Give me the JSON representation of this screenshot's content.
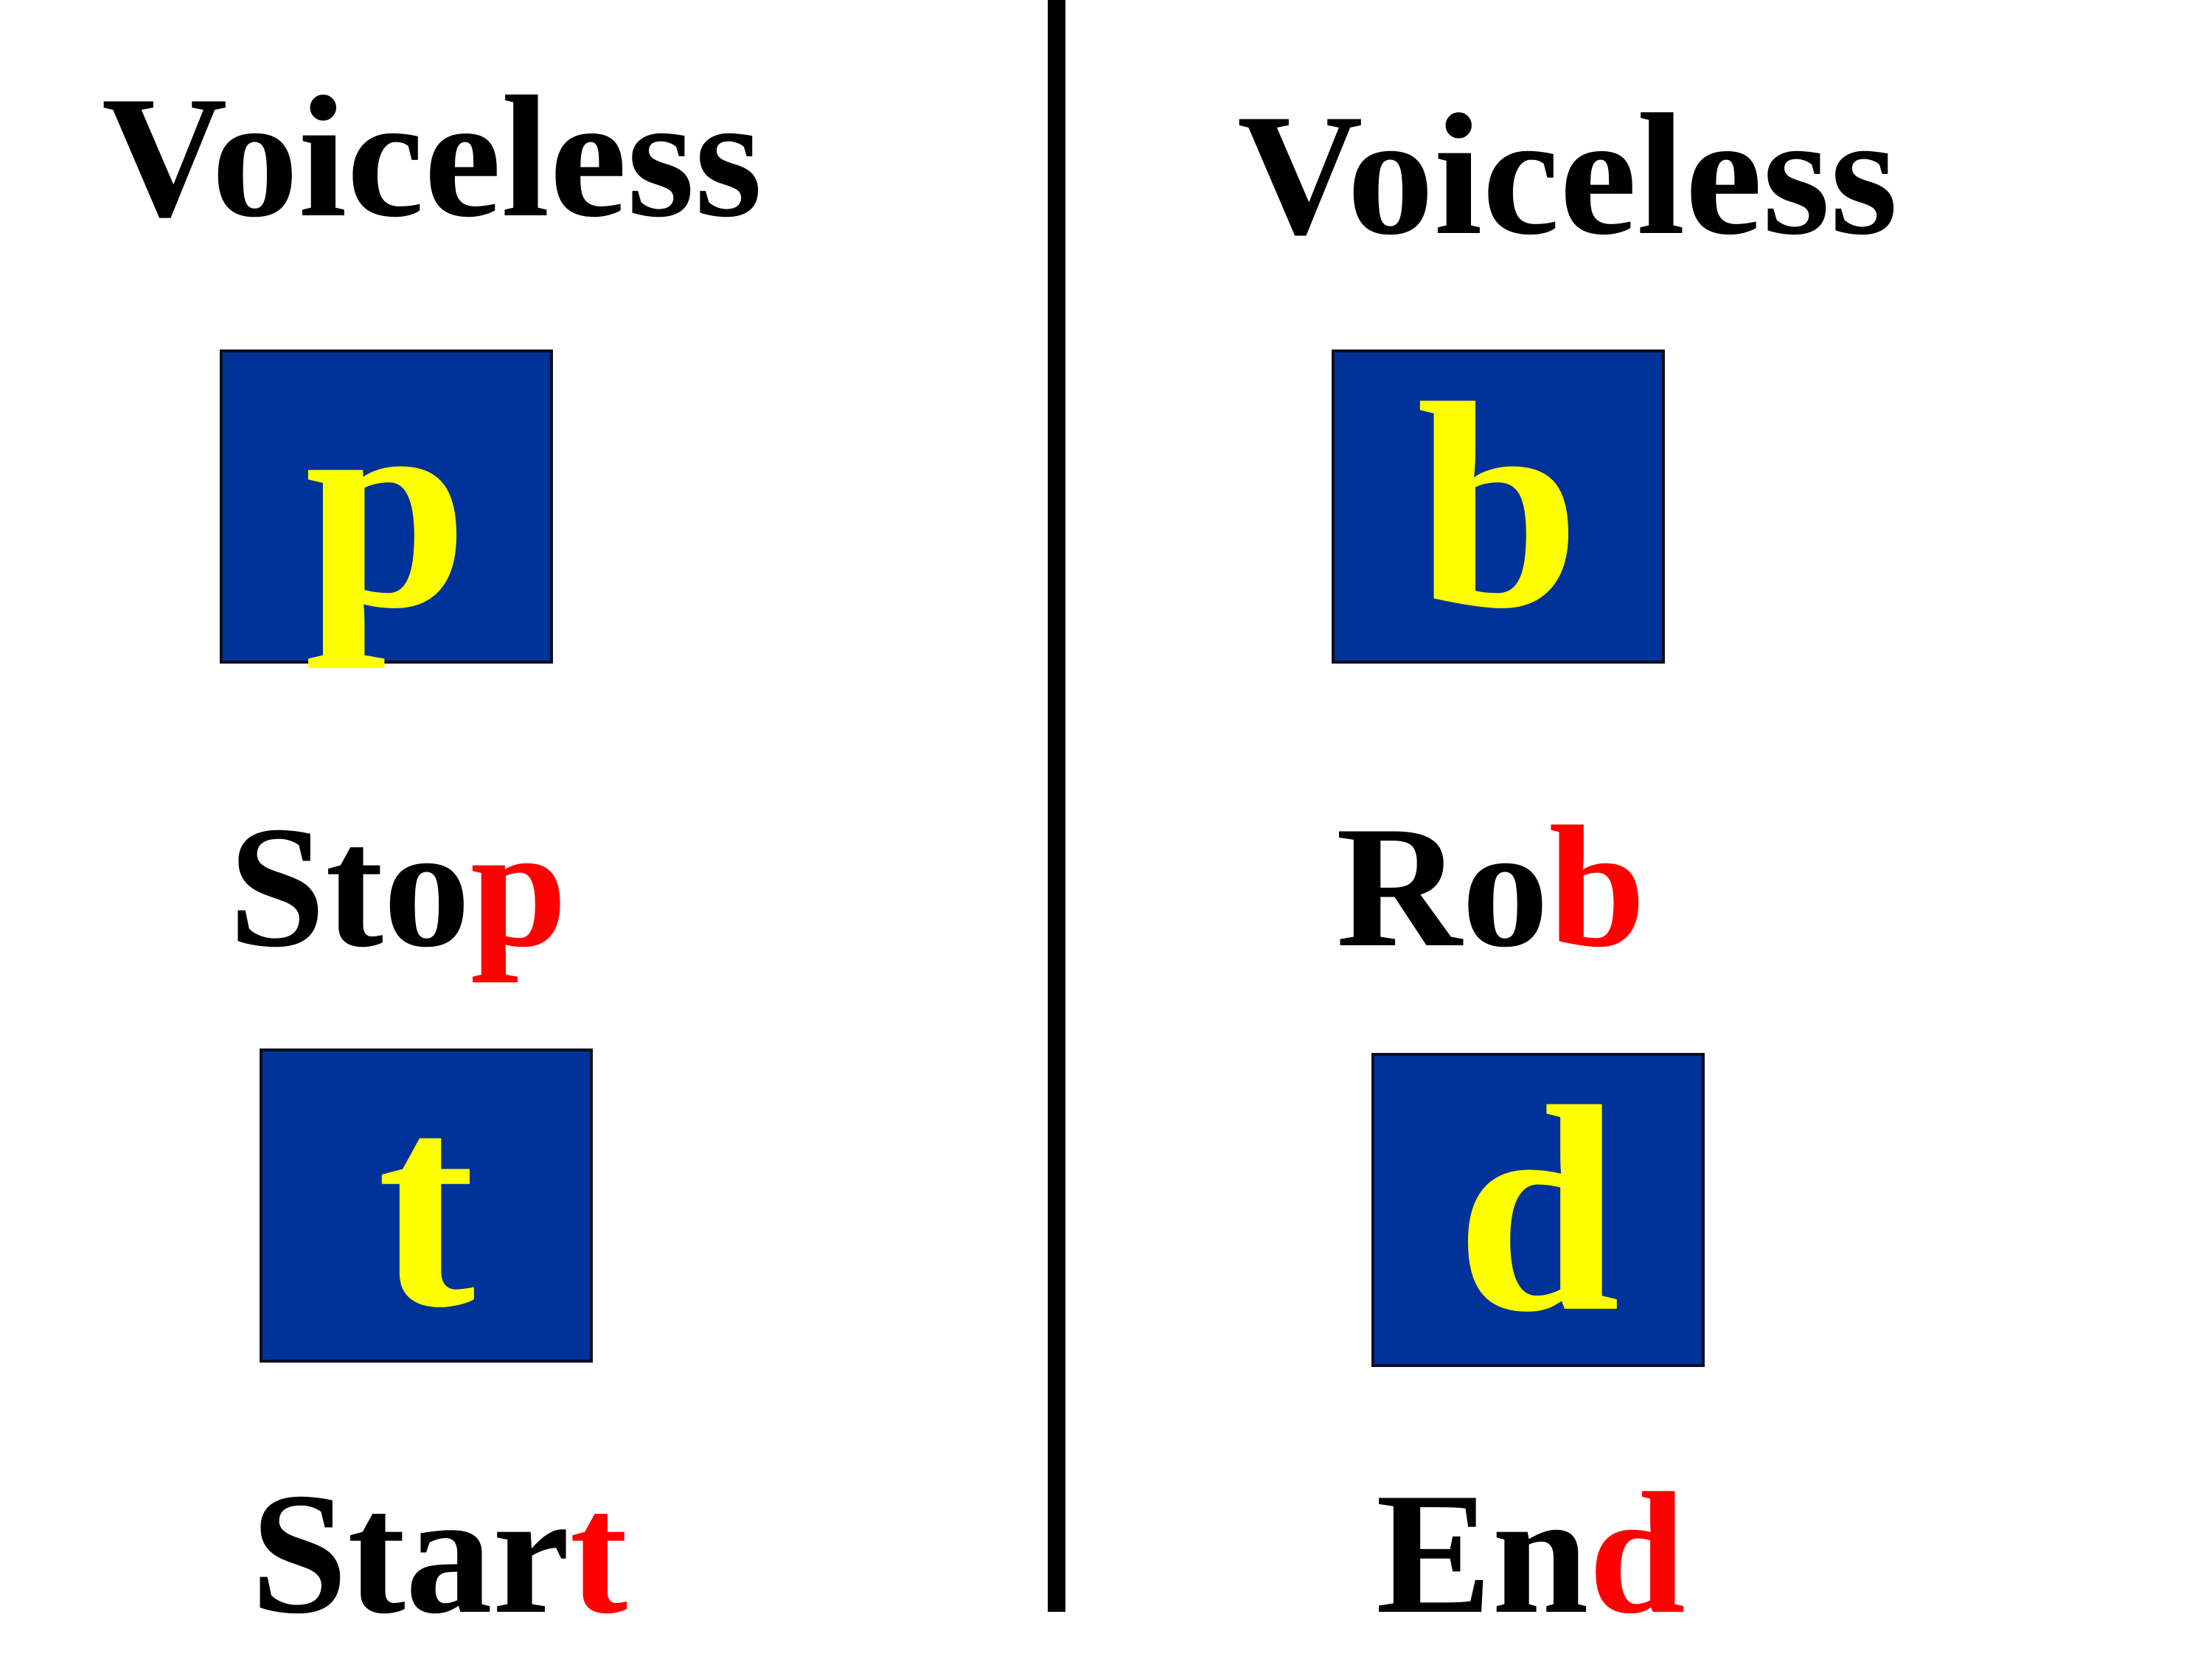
{
  "colors": {
    "tile_background": "#003399",
    "tile_letter": "#ffff00",
    "word_text": "#000000",
    "highlight": "#ff0000",
    "divider": "#000000"
  },
  "left": {
    "heading": "Voiceless",
    "items": [
      {
        "letter": "p",
        "word_base": "Sto",
        "word_highlight": "p"
      },
      {
        "letter": "t",
        "word_base": "Star",
        "word_highlight": "t"
      }
    ]
  },
  "right": {
    "heading": "Voiceless",
    "items": [
      {
        "letter": "b",
        "word_base": "Ro",
        "word_highlight": "b"
      },
      {
        "letter": "d",
        "word_base": "En",
        "word_highlight": "d"
      }
    ]
  }
}
